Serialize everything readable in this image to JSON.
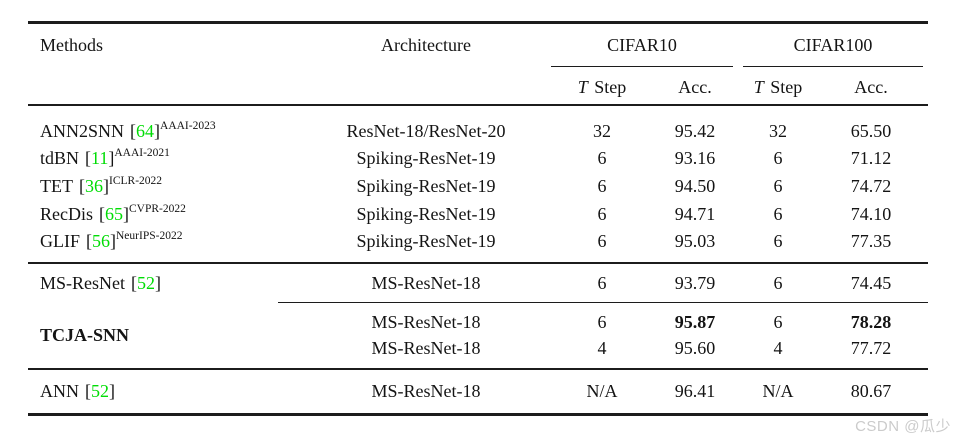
{
  "header": {
    "methods": "Methods",
    "architecture": "Architecture",
    "cifar10": "CIFAR10",
    "cifar100": "CIFAR100",
    "t": "T",
    "step": "Step",
    "acc": "Acc."
  },
  "punct": {
    "open": "[",
    "close": "]"
  },
  "rows": [
    {
      "method": "ANN2SNN",
      "cite": "64",
      "venue": "AAAI-2023",
      "arch": "ResNet-18/ResNet-20",
      "c10_t": "32",
      "c10_acc": "95.42",
      "c100_t": "32",
      "c100_acc": "65.50"
    },
    {
      "method": "tdBN",
      "cite": "11",
      "venue": "AAAI-2021",
      "arch": "Spiking-ResNet-19",
      "c10_t": "6",
      "c10_acc": "93.16",
      "c100_t": "6",
      "c100_acc": "71.12"
    },
    {
      "method": "TET",
      "cite": "36",
      "venue": "ICLR-2022",
      "arch": "Spiking-ResNet-19",
      "c10_t": "6",
      "c10_acc": "94.50",
      "c100_t": "6",
      "c100_acc": "74.72"
    },
    {
      "method": "RecDis",
      "cite": "65",
      "venue": "CVPR-2022",
      "arch": "Spiking-ResNet-19",
      "c10_t": "6",
      "c10_acc": "94.71",
      "c100_t": "6",
      "c100_acc": "74.10"
    },
    {
      "method": "GLIF",
      "cite": "56",
      "venue": "NeurIPS-2022",
      "arch": "Spiking-ResNet-19",
      "c10_t": "6",
      "c10_acc": "95.03",
      "c100_t": "6",
      "c100_acc": "77.35"
    },
    {
      "method": "MS-ResNet",
      "cite": "52",
      "arch": "MS-ResNet-18",
      "c10_t": "6",
      "c10_acc": "93.79",
      "c100_t": "6",
      "c100_acc": "74.45"
    },
    {
      "arch": "MS-ResNet-18",
      "c10_t": "6",
      "c10_acc": "95.87",
      "c100_t": "6",
      "c100_acc": "78.28"
    },
    {
      "arch": "MS-ResNet-18",
      "c10_t": "4",
      "c10_acc": "95.60",
      "c100_t": "4",
      "c100_acc": "77.72"
    },
    {
      "method": "ANN",
      "cite": "52",
      "arch": "MS-ResNet-18",
      "c10_t": "N/A",
      "c10_acc": "96.41",
      "c100_t": "N/A",
      "c100_acc": "80.67"
    }
  ],
  "tcja_label": "TCJA-SNN",
  "watermark": "CSDN @瓜少",
  "colors": {
    "citation_green": "#00dd05",
    "watermark_gray": "#cbcbcb",
    "rule_black": "#1c1c1c"
  }
}
